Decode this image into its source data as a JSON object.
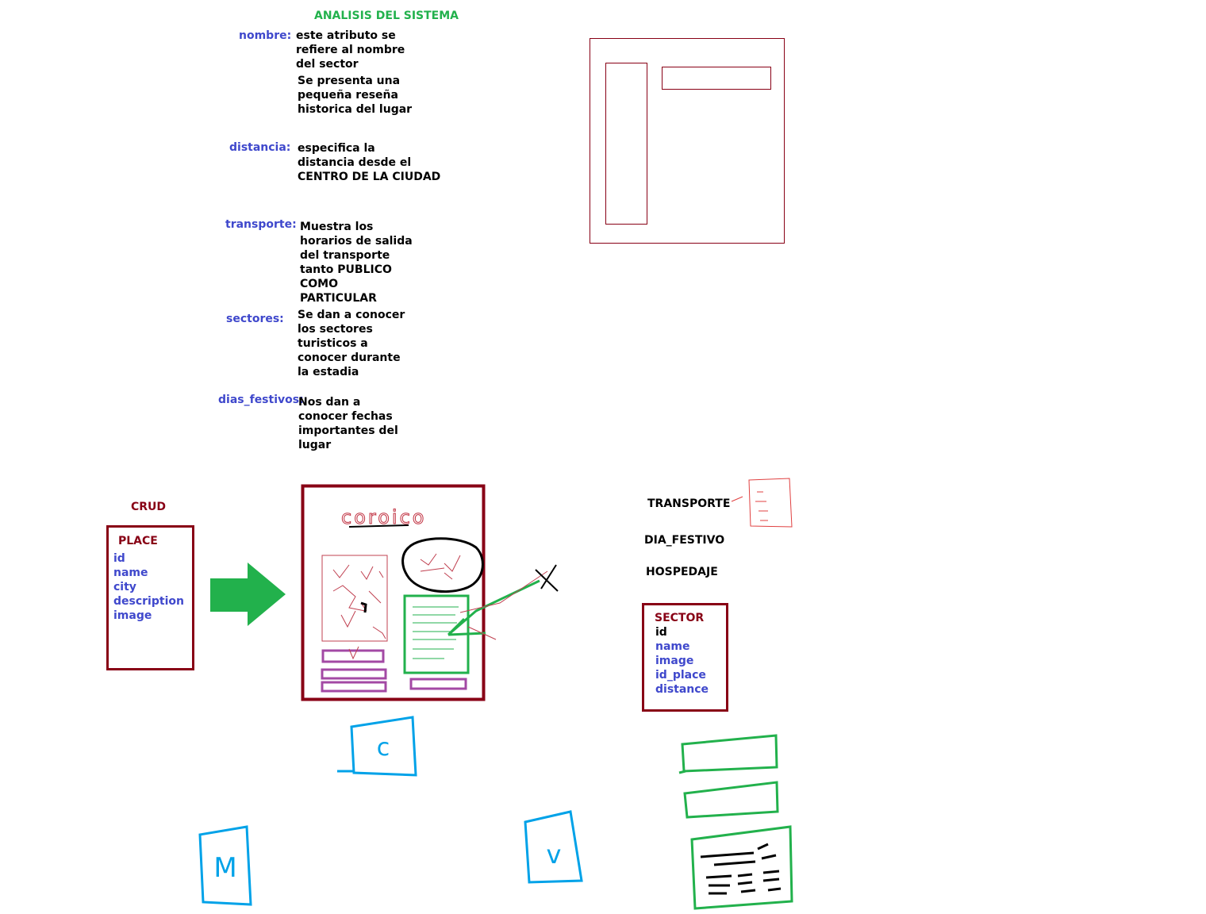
{
  "title": "ANALISIS DEL SISTEMA",
  "attributes": [
    {
      "label": "nombre:",
      "description": [
        "este atributo se",
        "refiere al nombre",
        "del sector"
      ]
    },
    {
      "label": "",
      "description": [
        "Se presenta una",
        "pequeña reseña",
        "historica del lugar"
      ]
    },
    {
      "label": "distancia:",
      "description": [
        "especifica la",
        "distancia desde el",
        "CENTRO DE LA CIUDAD"
      ]
    },
    {
      "label": "transporte:",
      "description": [
        "Muestra los",
        "horarios de salida",
        "del transporte",
        "tanto PUBLICO",
        "COMO",
        "PARTICULAR"
      ]
    },
    {
      "label": "sectores:",
      "description": [
        "Se dan a conocer",
        "los sectores",
        "turisticos a",
        "conocer durante",
        "la estadia"
      ]
    },
    {
      "label": "dias_festivos:",
      "description": [
        "Nos dan a",
        "conocer fechas",
        "importantes del",
        "lugar"
      ]
    }
  ],
  "crud": {
    "heading": "CRUD",
    "entity": "PLACE",
    "fields": [
      "id",
      "name",
      "city",
      "description",
      "image"
    ]
  },
  "mockup": {
    "handwritten_title": "coroico",
    "colors": {
      "frame": "#880015",
      "photo": "#c04050",
      "text_card": "#22b14c",
      "buttons": "#a349a4"
    }
  },
  "modules": [
    "TRANSPORTE",
    "DIA_FESTIVO",
    "HOSPEDAJE"
  ],
  "sector": {
    "entity": "SECTOR",
    "fields": [
      "id",
      "name",
      "image",
      "id_place",
      "distance"
    ]
  },
  "sketch_letters": {
    "c": "c",
    "m": "M",
    "v": "v"
  }
}
